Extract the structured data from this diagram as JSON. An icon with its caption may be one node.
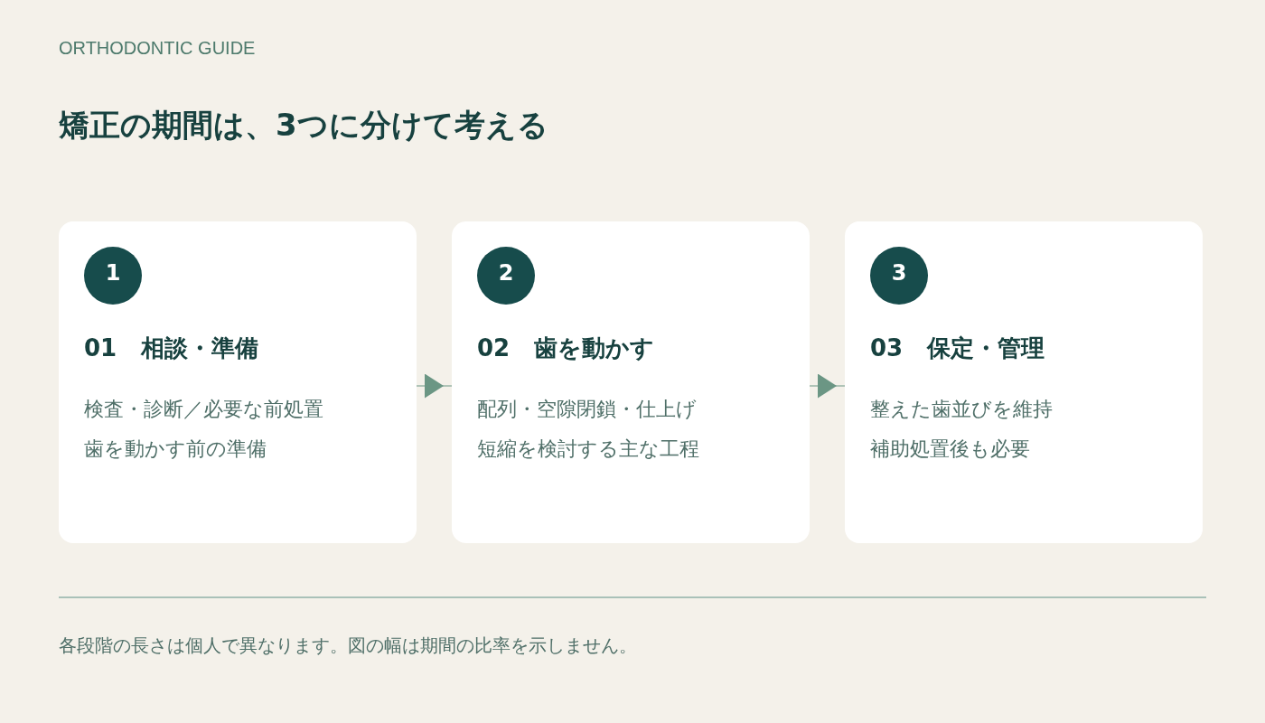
{
  "diagram": {
    "title": "矯正の期間は、3つに分けて考える",
    "nodes": [
      {
        "text": [
          "01",
          "相談・準備",
          "検査・診断／必要な前処置",
          "歯を動かす前の準備"
        ]
      },
      {
        "text": [
          "1"
        ],
        "in": 0
      },
      {
        "text": [
          "02",
          "歯を動かす",
          "配列・空隙閉鎖・仕上げ",
          "短縮を検討する主な工程"
        ]
      },
      {
        "text": [
          "2"
        ],
        "in": 2
      },
      {
        "text": [
          "03",
          "保定・管理",
          "整えた歯並びを維持",
          "補助処置後も必要"
        ]
      },
      {
        "text": [
          "3"
        ],
        "in": 4
      }
    ],
    "edges": [
      {
        "from": 0,
        "to": 2,
        "arrow": "to"
      },
      {
        "from": 2,
        "to": 4,
        "arrow": "to"
      }
    ],
    "labels": [
      "ORTHODONTIC GUIDE",
      "各段階の長さは個人で異なります。図の幅は期間の比率を示しません。"
    ]
  }
}
